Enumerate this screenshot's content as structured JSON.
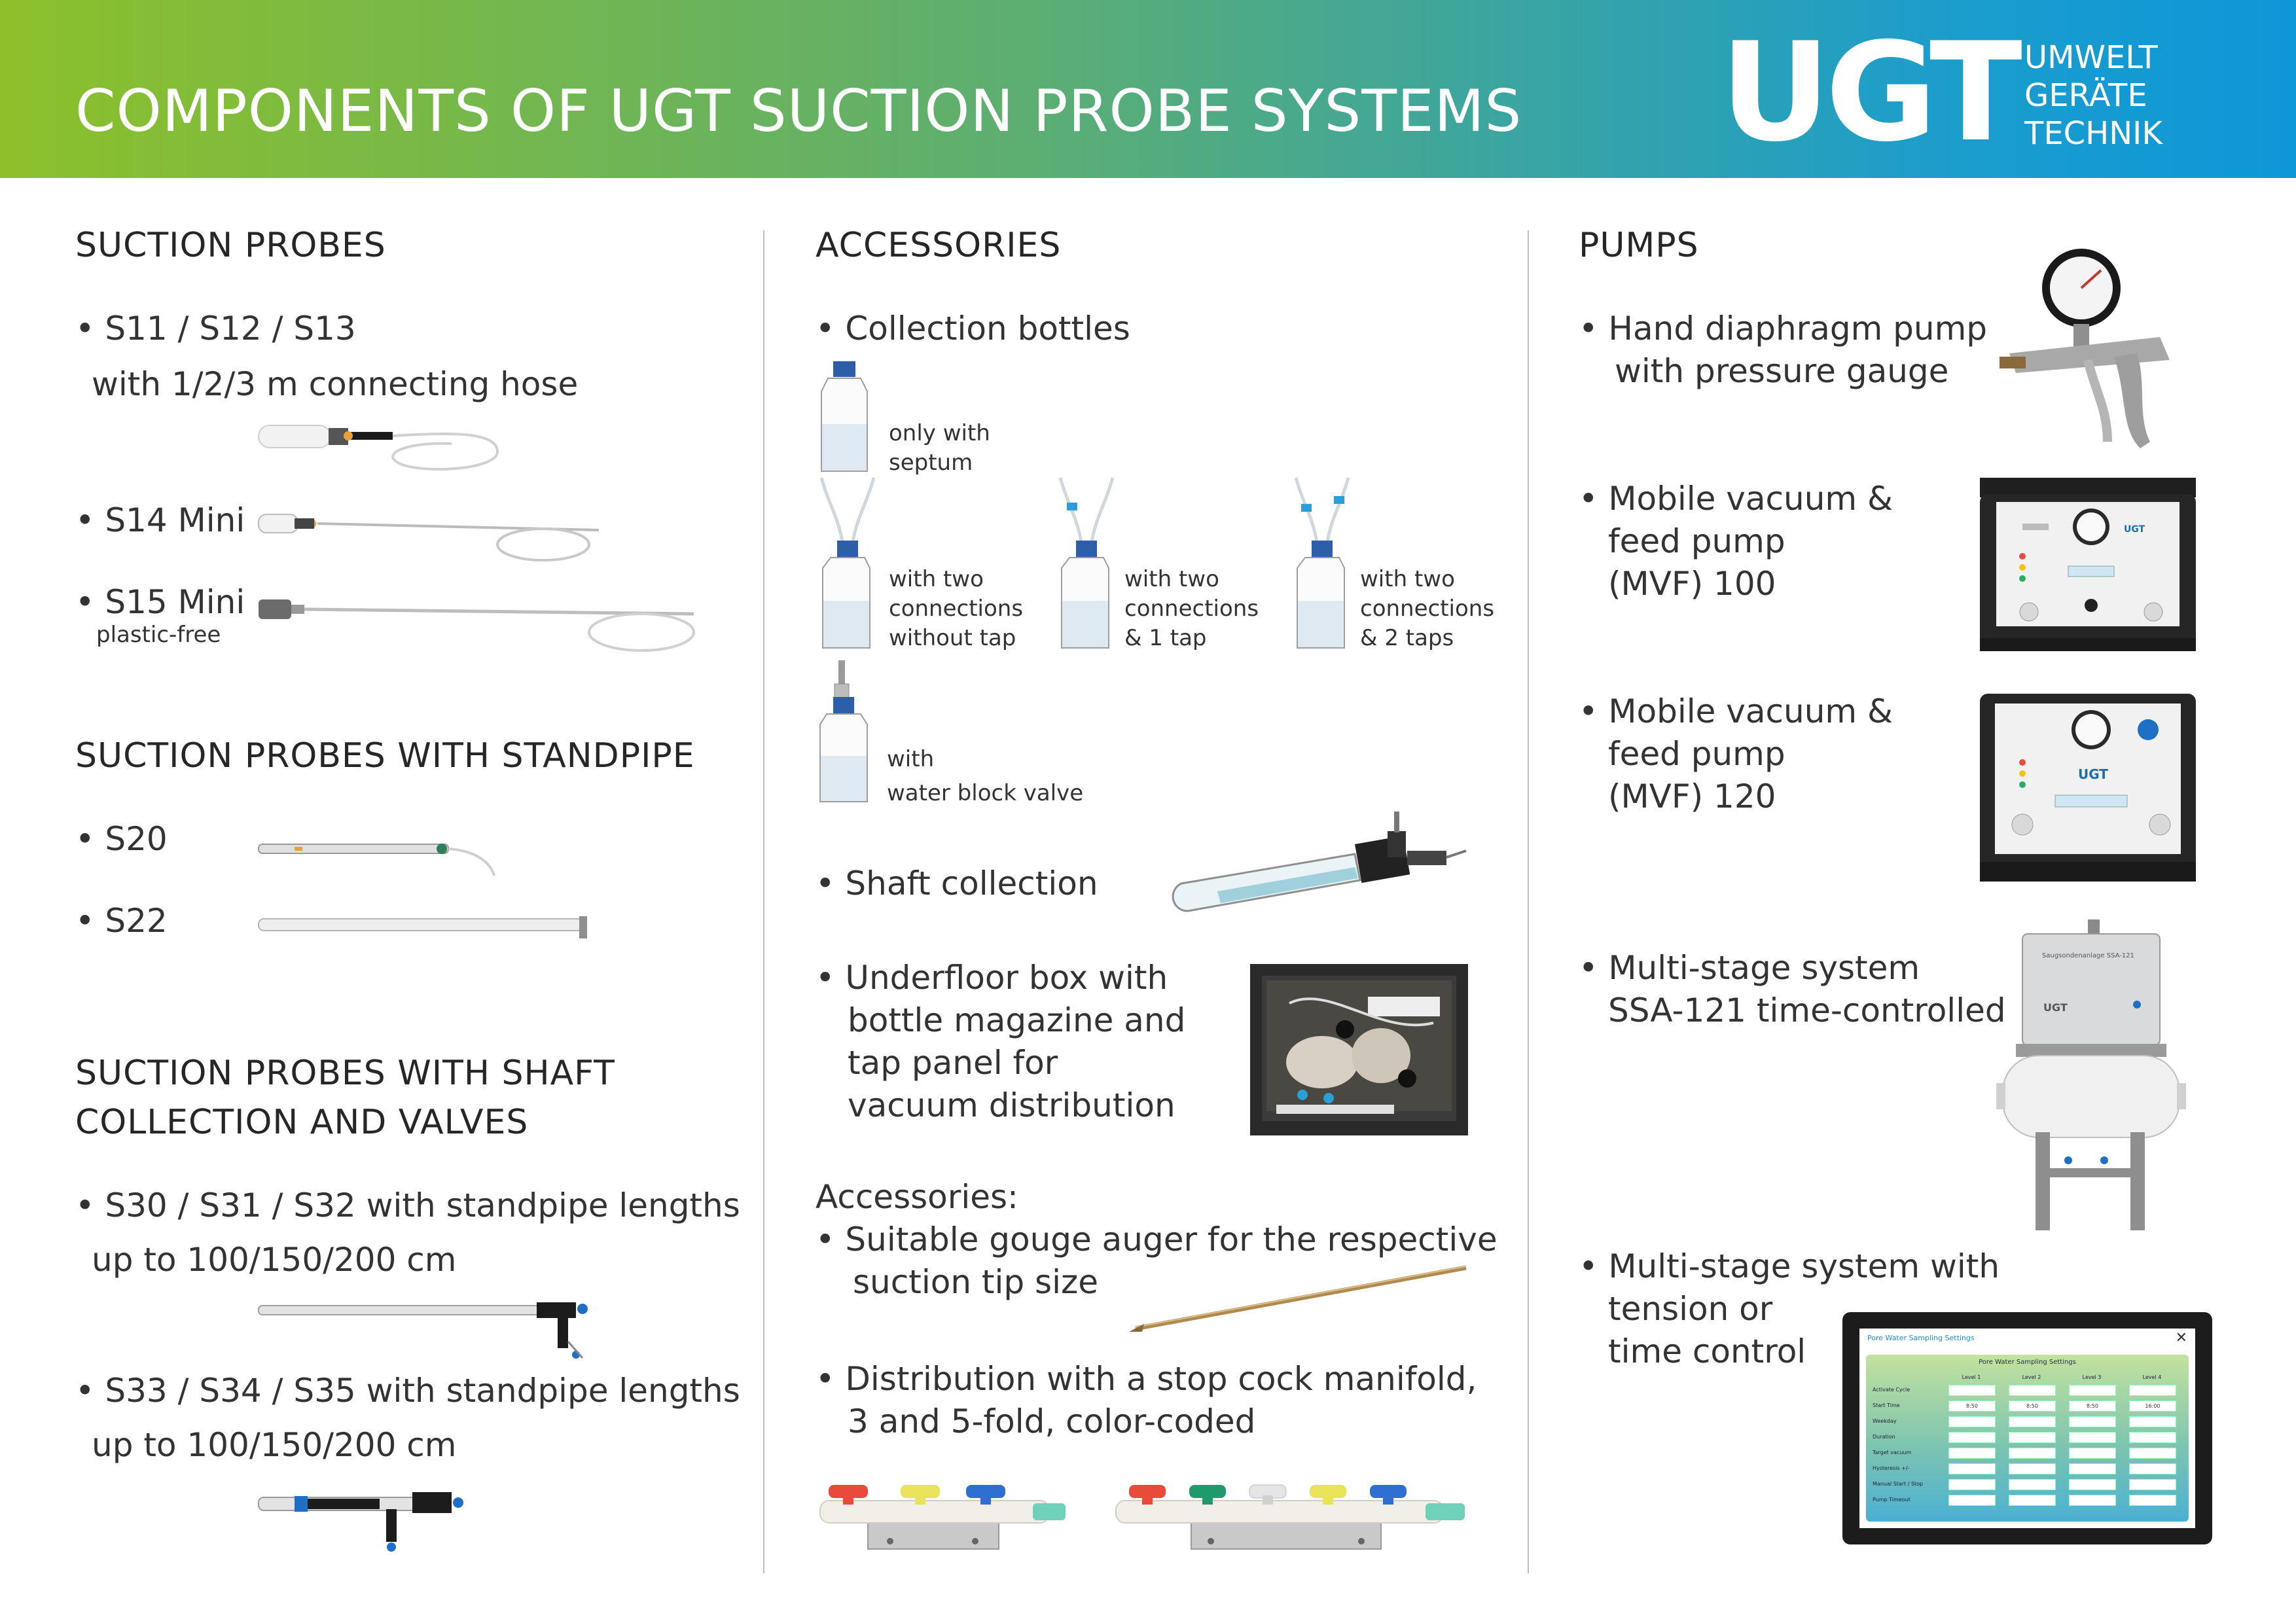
{
  "header": {
    "title": "COMPONENTS OF UGT SUCTION PROBE SYSTEMS",
    "logo": {
      "mark": "UGT",
      "line1": "UMWELT",
      "line2": "GERÄTE",
      "line3": "TECHNIK"
    }
  },
  "left": {
    "heading1": "SUCTION PROBES",
    "s11": "• S11 / S12 / S13",
    "s11_sub": "with 1/2/3 m connecting hose",
    "s14": "• S14 Mini",
    "s15": "• S15 Mini",
    "s15_sub": "plastic-free",
    "heading2": "SUCTION PROBES WITH STANDPIPE",
    "s20": "• S20",
    "s22": "• S22",
    "heading3_line1": "SUCTION PROBES WITH SHAFT",
    "heading3_line2": "COLLECTION AND VALVES",
    "s30": "• S30 / S31 / S32 with standpipe lengths",
    "s30_sub": "up to 100/150/200 cm",
    "s33": "• S33 / S34 / S35 with standpipe lengths",
    "s33_sub": "up to 100/150/200 cm"
  },
  "middle": {
    "heading": "ACCESSORIES",
    "bottles": "•  Collection bottles",
    "b1_l1": "only with",
    "b1_l2": "septum",
    "b2_l1": "with two",
    "b2_l2": "connections",
    "b2_l3": "without tap",
    "b3_l1": "with two",
    "b3_l2": "connections",
    "b3_l3": "& 1 tap",
    "b4_l1": "with two",
    "b4_l2": "connections",
    "b4_l3": "& 2 taps",
    "b5_l1": "with",
    "b5_l2": "water block valve",
    "shaft": "•  Shaft collection",
    "underfloor_l1": "•  Underfloor box with",
    "underfloor_l2": "bottle magazine and",
    "underfloor_l3": "tap panel for",
    "underfloor_l4": "vacuum distribution",
    "acc_heading": "Accessories:",
    "gouge_l1": "•  Suitable gouge auger for the respective",
    "gouge_l2": "suction tip size",
    "dist_l1": "•  Distribution with a stop cock manifold,",
    "dist_l2": "3 and 5-fold, color-coded"
  },
  "right": {
    "heading": "PUMPS",
    "hand_l1": "•  Hand diaphragm pump",
    "hand_l2": "with pressure gauge",
    "mvf100_l1": "•  Mobile vacuum &",
    "mvf100_l2": "feed pump",
    "mvf100_l3": "(MVF) 100",
    "mvf120_l1": "•  Mobile vacuum &",
    "mvf120_l2": "feed pump",
    "mvf120_l3": "(MVF) 120",
    "ssa_l1": "•  Multi-stage system",
    "ssa_l2": "SSA-121 time-controlled",
    "multi_l1": "•  Multi-stage system with",
    "multi_l2": "tension or",
    "multi_l3": "time control"
  },
  "device_labels": {
    "case_brand": "UGT",
    "ssa_plate": "Saugsondenanlage SSA-121",
    "ssa_brand": "UGT",
    "screen_title": "Pore Water Sampling Settings",
    "screen_heading": "Pore Water Sampling Settings",
    "screen_levels": [
      "Level 1",
      "Level 2",
      "Level 3",
      "Level 4"
    ],
    "screen_rows": [
      "Activate Cycle",
      "Start Time",
      "Weekday",
      "Duration",
      "Target vacuum",
      "Hysteresis +/-",
      "Manual Start / Stop",
      "Pump Timeout"
    ],
    "screen_values": [
      "8:50",
      "8:50",
      "8:50",
      "16:00"
    ]
  },
  "colors": {
    "header_start": "#8cc02a",
    "header_mid": "#5cae72",
    "header_end": "#0e97d8",
    "heading_text": "#262626",
    "body_text": "#333333",
    "divider": "#bdbdbd"
  },
  "icons": [
    "suction-probe-image",
    "bottle-image",
    "pump-image",
    "case-image",
    "manifold-image",
    "tablet-image"
  ]
}
